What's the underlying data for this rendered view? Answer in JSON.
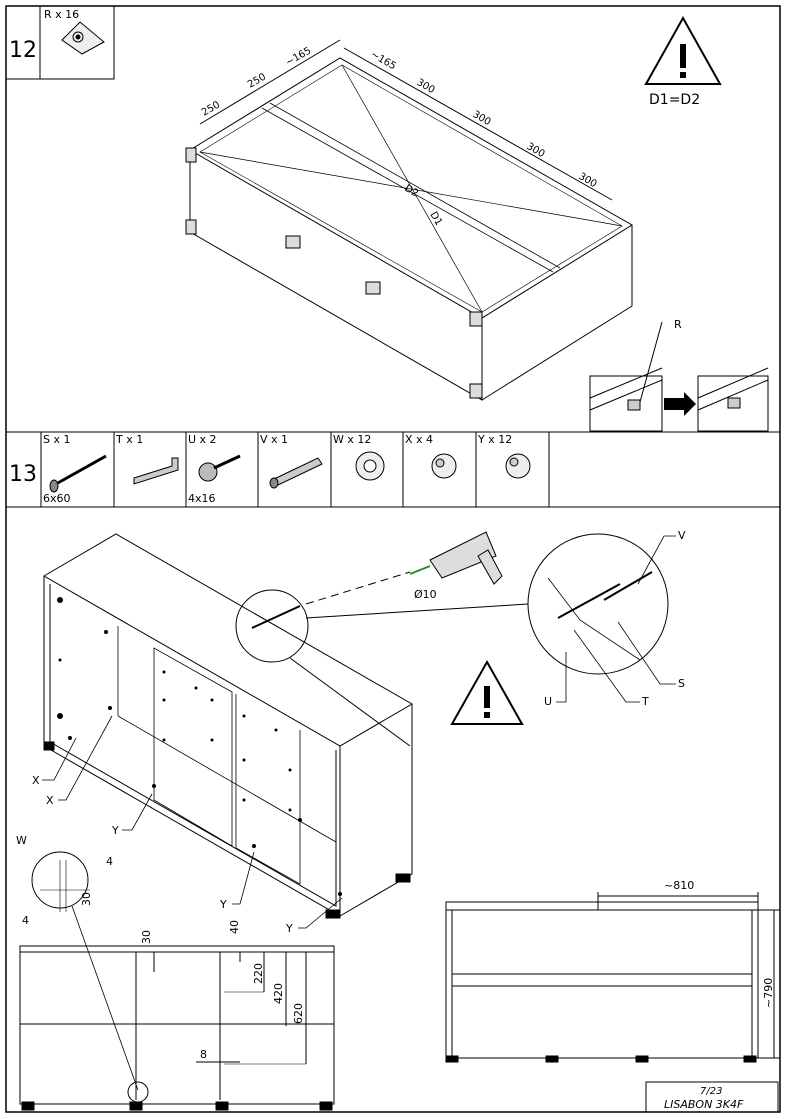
{
  "step12": {
    "number": "12",
    "part": "R x 16",
    "dims_top": [
      "250",
      "250",
      "~165"
    ],
    "dims_side": [
      "~165",
      "300",
      "300",
      "300",
      "300"
    ],
    "diag_d1": "D1",
    "diag_d2": "D2",
    "warning_text": "D1=D2",
    "detail_label": "R"
  },
  "step13": {
    "number": "13",
    "parts": [
      {
        "qty": "S x 1",
        "size": "6x60"
      },
      {
        "qty": "T x 1",
        "size": ""
      },
      {
        "qty": "U x 2",
        "size": "4x16"
      },
      {
        "qty": "V x 1",
        "size": ""
      },
      {
        "qty": "W x 12",
        "size": ""
      },
      {
        "qty": "X x 4",
        "size": ""
      },
      {
        "qty": "Y x 12",
        "size": ""
      }
    ],
    "drill": "Ø10",
    "callouts": {
      "V": "V",
      "S": "S",
      "T": "T",
      "U": "U",
      "X1": "X",
      "X2": "X",
      "Y1": "Y",
      "Y2": "Y",
      "Y3": "Y"
    }
  },
  "front_view": {
    "w_label": "W",
    "d4a": "4",
    "d30a": "30",
    "d4b": "4",
    "d30b": "30",
    "d40": "40",
    "d220": "220",
    "d420": "420",
    "d620": "620",
    "d8": "8"
  },
  "back_view": {
    "width": "~810",
    "height": "~790"
  },
  "footer": {
    "page": "7/23",
    "product": "LISABON 3K4F"
  }
}
